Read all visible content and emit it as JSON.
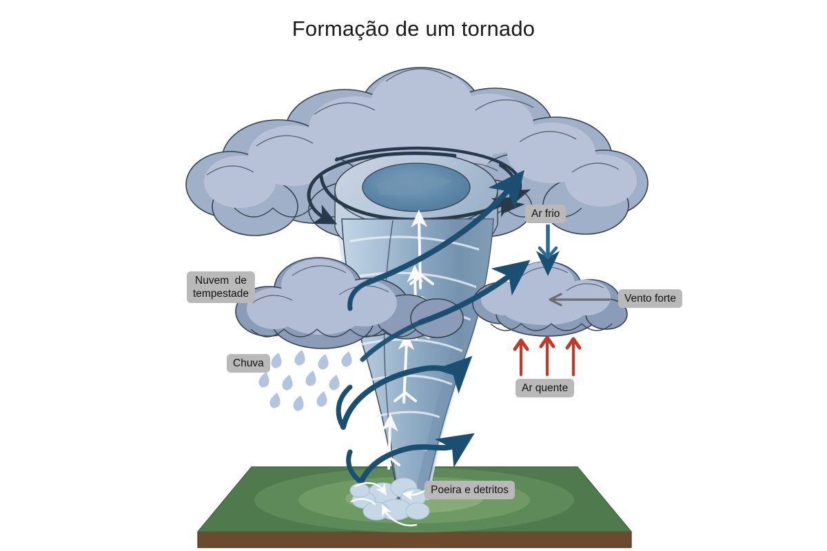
{
  "title": "Formação de um tornado",
  "labels": {
    "storm_cloud": "Nuvem  de\ntempestade",
    "cold_air": "Ar frio",
    "strong_wind": "Vento forte",
    "rain": "Chuva",
    "warm_air": "Ar quente",
    "dust_debris": "Poeira e detritos"
  },
  "colors": {
    "background": "#ffffff",
    "title_text": "#1a1a1a",
    "badge_bg": "#b9b9b9",
    "badge_text": "#111111",
    "cloud_light": "#b7c2d8",
    "cloud_mid": "#a4b2ca",
    "cloud_dark": "#8b9cb8",
    "cloud_outline": "#2f3b4a",
    "funnel_light": "#bdd2e2",
    "funnel_mid": "#8ea9c2",
    "funnel_dark": "#6f8ea9",
    "funnel_top_rim": "#c3d0e0",
    "funnel_core": "#5e86a6",
    "spiral_arrow": "#1b4f72",
    "cold_arrow": "#2b6b93",
    "warm_arrow": "#c0392b",
    "wind_arrow": "#6b6b6b",
    "rain_drop": "#b3c5de",
    "ground_green": "#4e7a4e",
    "ground_green_light": "#6f9a63",
    "ground_green_lighter": "#86ab77",
    "ground_brown": "#6b4a2f",
    "ground_brown_dark": "#58371f",
    "debris": "#c6d8e6"
  },
  "elements": {
    "storm_cloud": "large cumulonimbus anvil cloud mass",
    "left_cloud": "secondary storm cloud on left with rain",
    "right_cloud": "secondary cloud on right receiving cold air",
    "tornado_funnel": "rotating funnel from cloud base to ground",
    "rotation_arrows": "dark circular arrows around funnel top",
    "updraft_arrows": "white upward arrows inside funnel",
    "spiral_arrows": "dark blue spiral arrows wrapping funnel",
    "rain": "falling rain drops under left cloud",
    "cold_air_arrow": "blue downward arrow",
    "warm_air_arrows": "three red upward arrows",
    "wind_arrow": "gray leftward arrow",
    "ground": "green 3D ground slab with brown soil edge",
    "debris_cloud": "dust and debris puff at touchdown"
  }
}
